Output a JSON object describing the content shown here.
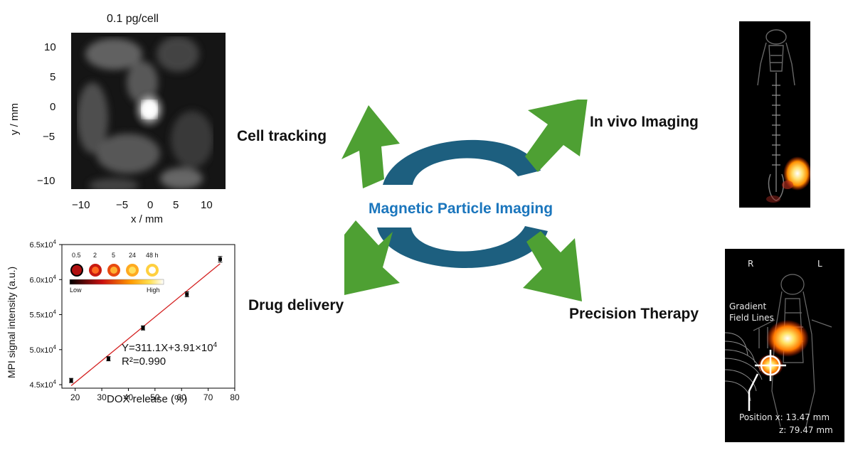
{
  "center": {
    "title": "Magnetic Particle Imaging",
    "colors": {
      "ring": "#1d5f7f",
      "arrow": "#4ea033",
      "title": "#1b76bd"
    }
  },
  "applications": {
    "top_left": "Cell tracking",
    "top_right": "In vivo Imaging",
    "bottom_left": "Drug delivery",
    "bottom_right": "Precision Therapy"
  },
  "cell_image": {
    "title": "0.1 pg/cell",
    "xlabel": "x / mm",
    "ylabel": "y / mm",
    "x_ticks": [
      "−10",
      "−5",
      "0",
      "5",
      "10"
    ],
    "y_ticks": [
      "10",
      "5",
      "0",
      "−5",
      "−10"
    ]
  },
  "therapy_image": {
    "left_marker": "R",
    "right_marker": "L",
    "field_label_line1": "Gradient",
    "field_label_line2": "Field Lines",
    "position_line1": "Position x: 13.47 mm",
    "position_line2": "z: 79.47 mm"
  },
  "chart_data": {
    "type": "scatter",
    "xlabel": "DOX release (%)",
    "ylabel": "MPI signal intensity (a.u.)",
    "xlim": [
      15,
      80
    ],
    "ylim": [
      44500,
      65000
    ],
    "x_ticks": [
      "20",
      "30",
      "40",
      "50",
      "60",
      "70",
      "80"
    ],
    "y_ticks": [
      {
        "base": "4.5x10",
        "exp": "4"
      },
      {
        "base": "5.0x10",
        "exp": "4"
      },
      {
        "base": "5.5x10",
        "exp": "4"
      },
      {
        "base": "6.0x10",
        "exp": "4"
      },
      {
        "base": "6.5x10",
        "exp": "4"
      }
    ],
    "points": [
      {
        "x": 18.5,
        "y": 45600,
        "err": 300
      },
      {
        "x": 32.5,
        "y": 48700,
        "err": 300
      },
      {
        "x": 45.5,
        "y": 53100,
        "err": 300
      },
      {
        "x": 62.0,
        "y": 57900,
        "err": 350
      },
      {
        "x": 74.5,
        "y": 62900,
        "err": 400
      }
    ],
    "fit": {
      "slope": 311.1,
      "intercept": 39100
    },
    "equation_line1": "Y=311.1X+3.91×10",
    "equation_exp": "4",
    "equation_line2": "R²=0.990",
    "series_color": "#000000",
    "fit_color": "#d42020",
    "inset": {
      "time_labels": [
        "0.5",
        "2",
        "5",
        "24",
        "48 h"
      ],
      "scale_low": "Low",
      "scale_high": "High"
    }
  }
}
